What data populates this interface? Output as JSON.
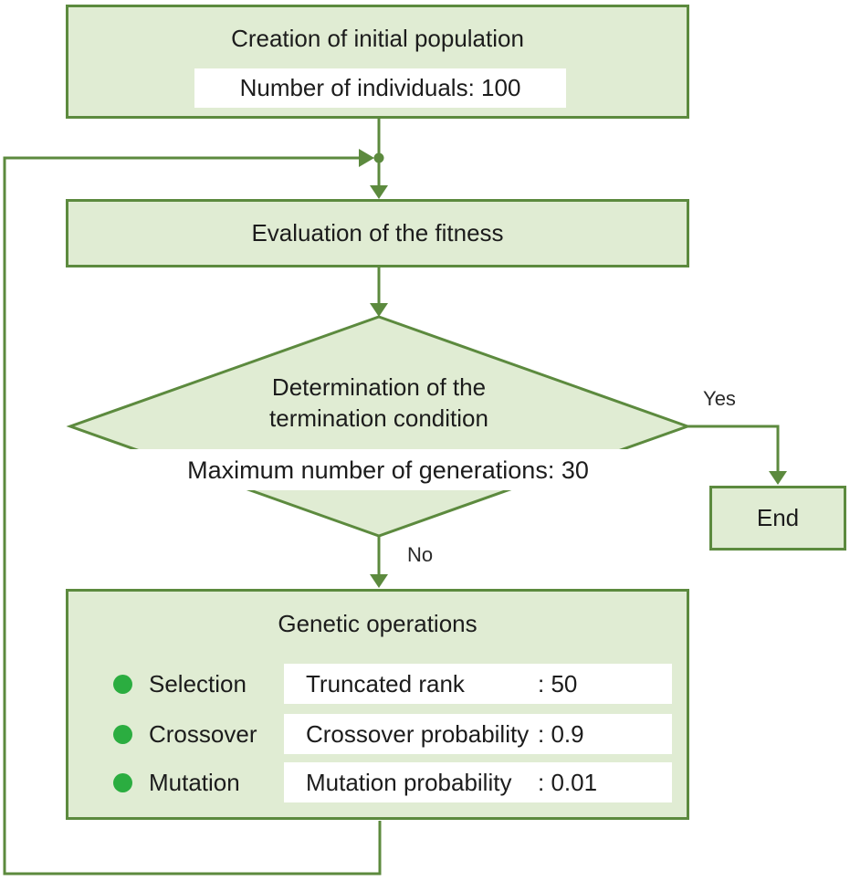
{
  "colors": {
    "line": "#5c8a3e",
    "node_fill": "#e0ecd3",
    "bullet": "#2bad40",
    "text": "#1c1c1c",
    "callout_fill": "#ffffff"
  },
  "start": {
    "title": "Creation of initial population",
    "param": "Number of individuals: 100"
  },
  "evaluation": {
    "title": "Evaluation of the fitness"
  },
  "decision": {
    "line1": "Determination of the",
    "line2": "termination condition",
    "param": "Maximum number of generations: 30",
    "yes_label": "Yes",
    "no_label": "No"
  },
  "end": {
    "title": "End"
  },
  "genetic": {
    "title": "Genetic operations",
    "rows": [
      {
        "label": "Selection",
        "param": "Truncated rank",
        "value": ": 50"
      },
      {
        "label": "Crossover",
        "param": "Crossover probability",
        "value": ": 0.9"
      },
      {
        "label": "Mutation",
        "param": "Mutation probability",
        "value": ": 0.01"
      }
    ]
  }
}
